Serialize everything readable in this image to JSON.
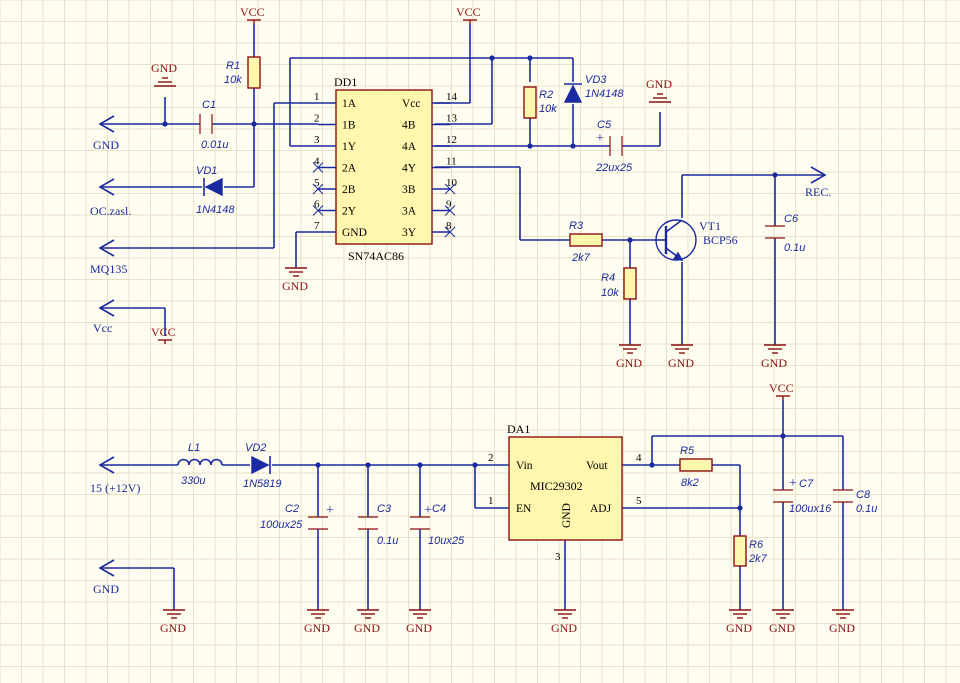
{
  "power": {
    "vcc": "VCC",
    "gnd": "GND"
  },
  "nets": {
    "gnd": "GND",
    "oc": "OC.zasl.",
    "mq": "MQ135",
    "vcc": "Vcc",
    "rec": "REC.",
    "v15": "15 (+12V)",
    "gnd2": "GND"
  },
  "dd1": {
    "ref": "DD1",
    "name": "SN74AC86",
    "left_pins": [
      {
        "num": "1",
        "label": "1A"
      },
      {
        "num": "2",
        "label": "1B"
      },
      {
        "num": "3",
        "label": "1Y"
      },
      {
        "num": "4",
        "label": "2A"
      },
      {
        "num": "5",
        "label": "2B"
      },
      {
        "num": "6",
        "label": "2Y"
      },
      {
        "num": "7",
        "label": "GND"
      }
    ],
    "right_pins": [
      {
        "num": "14",
        "label": "Vcc"
      },
      {
        "num": "13",
        "label": "4B"
      },
      {
        "num": "12",
        "label": "4A"
      },
      {
        "num": "11",
        "label": "4Y"
      },
      {
        "num": "10",
        "label": "3B"
      },
      {
        "num": "9",
        "label": "3A"
      },
      {
        "num": "8",
        "label": "3Y"
      }
    ]
  },
  "da1": {
    "ref": "DA1",
    "name": "MIC29302",
    "vin": "Vin",
    "vout": "Vout",
    "en": "EN",
    "adj": "ADJ",
    "gnd": "GND",
    "pin_vin": "2",
    "pin_vout": "4",
    "pin_en": "1",
    "pin_adj": "5",
    "pin_gnd": "3"
  },
  "parts": {
    "r1": {
      "ref": "R1",
      "value": "10k"
    },
    "r2": {
      "ref": "R2",
      "value": "10k"
    },
    "r3": {
      "ref": "R3",
      "value": "2k7"
    },
    "r4": {
      "ref": "R4",
      "value": "10k"
    },
    "r5": {
      "ref": "R5",
      "value": "8k2"
    },
    "r6": {
      "ref": "R6",
      "value": "2k7"
    },
    "c1": {
      "ref": "C1",
      "value": "0.01u"
    },
    "c2": {
      "ref": "C2",
      "value": "100ux25"
    },
    "c3": {
      "ref": "C3",
      "value": "0.1u"
    },
    "c4": {
      "ref": "C4",
      "value": "10ux25"
    },
    "c5": {
      "ref": "C5",
      "value": "22ux25"
    },
    "c6": {
      "ref": "C6",
      "value": "0.1u"
    },
    "c7": {
      "ref": "C7",
      "value": "100ux16"
    },
    "c8": {
      "ref": "C8",
      "value": "0.1u"
    },
    "vd1": {
      "ref": "VD1",
      "value": "1N4148"
    },
    "vd2": {
      "ref": "VD2",
      "value": "1N5819"
    },
    "vd3": {
      "ref": "VD3",
      "value": "1N4148"
    },
    "vt1": {
      "ref": "VT1",
      "value": "BCP56"
    },
    "l1": {
      "ref": "L1",
      "value": "330u"
    }
  },
  "polarity": {
    "plus": "+"
  }
}
